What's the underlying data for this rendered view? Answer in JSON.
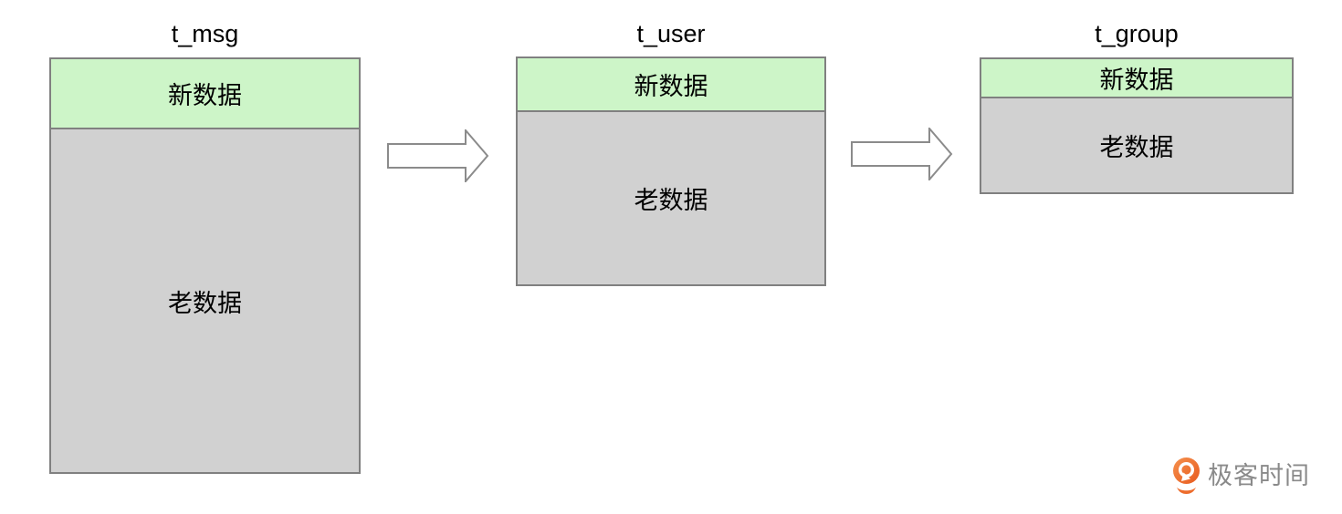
{
  "diagram": {
    "description": "data-migration-tables",
    "tables": [
      {
        "title": "t_msg",
        "new_label": "新数据",
        "old_label": "老数据"
      },
      {
        "title": "t_user",
        "new_label": "新数据",
        "old_label": "老数据"
      },
      {
        "title": "t_group",
        "new_label": "新数据",
        "old_label": "老数据"
      }
    ],
    "arrows": [
      {
        "direction": "right"
      },
      {
        "direction": "right"
      }
    ]
  },
  "colors": {
    "new_data_fill": "#cdf5c8",
    "old_data_fill": "#d1d1d1",
    "box_border": "#808080",
    "arrow_fill": "#ffffff",
    "arrow_stroke": "#8b8b8b",
    "logo_orange": "#ed6c2c",
    "logo_text_color": "#8a8a8a",
    "label_color": "#000000"
  },
  "logo": {
    "text": "极客时间"
  }
}
